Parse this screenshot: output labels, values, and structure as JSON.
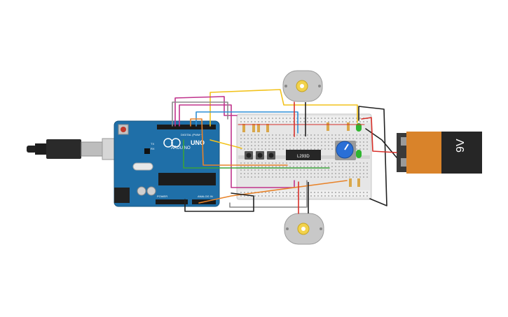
{
  "board": {
    "brand": "ARDUINO",
    "model": "UNO",
    "digital_label": "DIGITAL (PWM~)",
    "power_label": "POWER",
    "analog_label": "ANALOG IN",
    "tx_label": "TX",
    "rx_label": "RX"
  },
  "driver_chip": {
    "label": "L293D"
  },
  "battery": {
    "label": "9V"
  },
  "colors": {
    "board": "#1f6fa8",
    "breadboard": "#e6e6e6",
    "battery_body": "#d9832a",
    "battery_cap": "#3a3a3a",
    "motor": "#c8c8c8",
    "motor_hub": "#f2d24b",
    "wire_red": "#d8302a",
    "wire_black": "#222222",
    "wire_yellow": "#f2c21b",
    "wire_orange": "#e8832a",
    "wire_magenta": "#c0338c",
    "wire_blue": "#2f8fd6",
    "wire_green": "#3aa23a",
    "wire_gray": "#8a8a8a",
    "led_green": "#2fb52f",
    "potentiometer": "#2a6fd6"
  },
  "components": {
    "push_buttons": 3,
    "motors": 2,
    "leds": 2,
    "resistors": 8
  }
}
